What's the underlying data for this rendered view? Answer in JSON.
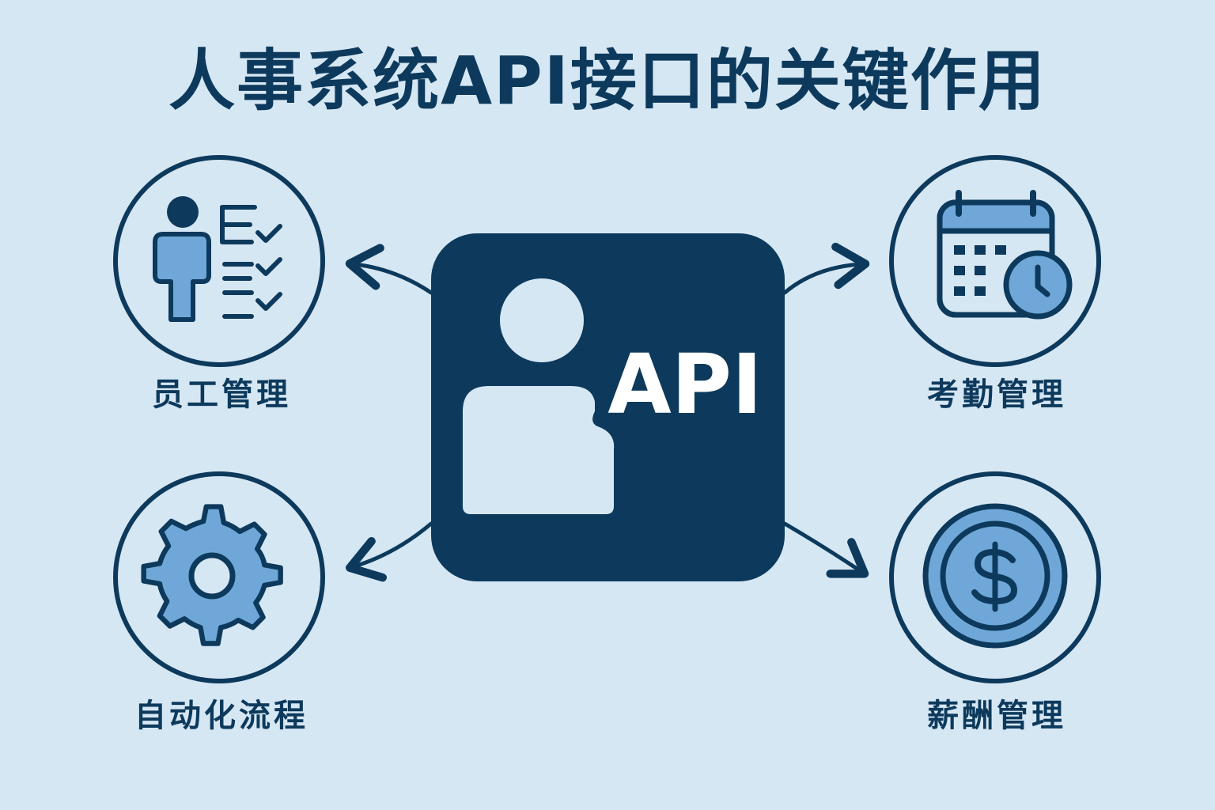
{
  "title": "人事系统API接口的关键作用",
  "hub": {
    "label": "API",
    "icon": "user-api-icon"
  },
  "nodes": [
    {
      "label": "员工管理",
      "icon": "employee-checklist-icon"
    },
    {
      "label": "考勤管理",
      "icon": "calendar-clock-icon"
    },
    {
      "label": "自动化流程",
      "icon": "gear-icon"
    },
    {
      "label": "薪酬管理",
      "icon": "dollar-coin-icon"
    }
  ],
  "colors": {
    "background": "#d6e7f4",
    "dark": "#0d3a5c",
    "accent": "#6fa8d8",
    "light": "#d6e7f4"
  }
}
